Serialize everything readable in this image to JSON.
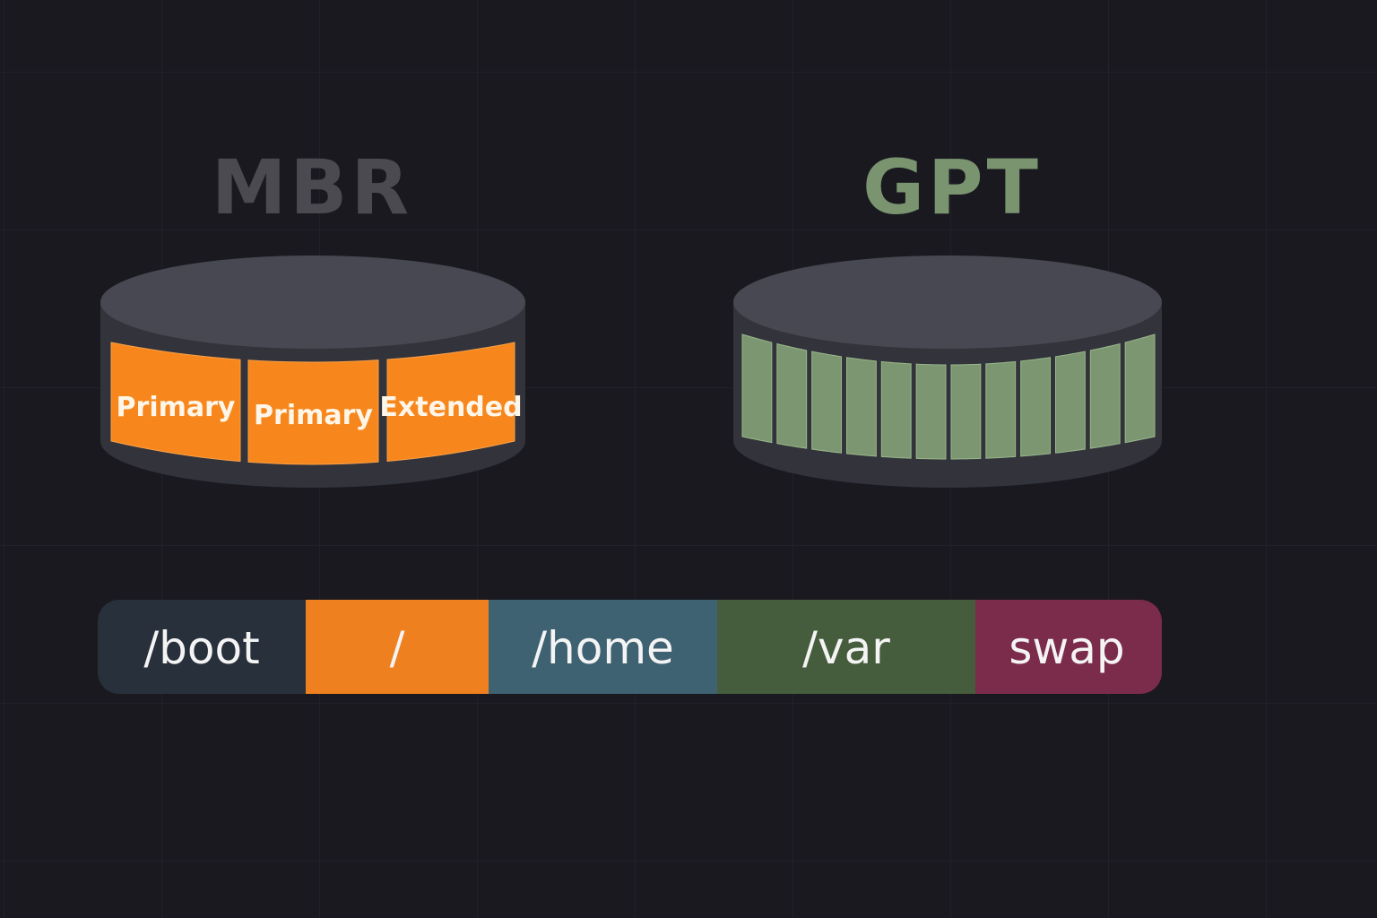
{
  "mbr": {
    "title": "MBR",
    "title_color": "#4b4a50",
    "partition_color": "#f7871c",
    "partitions": [
      "Primary",
      "Primary",
      "Extended"
    ]
  },
  "gpt": {
    "title": "GPT",
    "title_color": "#7a9470",
    "partition_color": "#7b9670",
    "partition_count": 12
  },
  "layout_bar": {
    "segments": [
      {
        "label": "/boot",
        "color": "#28303b"
      },
      {
        "label": "/",
        "color": "#ef8020"
      },
      {
        "label": "/home",
        "color": "#3e6272"
      },
      {
        "label": "/var",
        "color": "#465d3d"
      },
      {
        "label": "swap",
        "color": "#7a2c4a"
      }
    ]
  }
}
